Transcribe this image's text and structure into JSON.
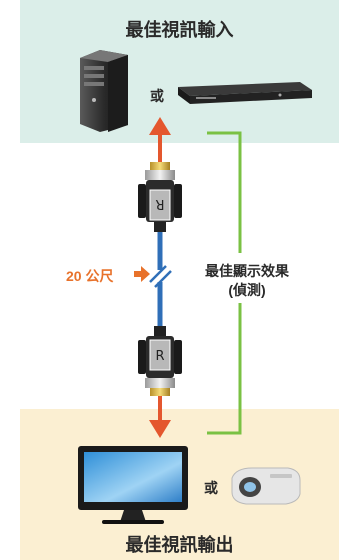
{
  "input_title": "最佳視訊輸入",
  "output_title": "最佳視訊輸出",
  "or_top": "或",
  "or_bottom": "或",
  "distance_label": "20 公尺",
  "feedback_line1": "最佳顯示效果",
  "feedback_line2": "(偵測)",
  "colors": {
    "input_panel": "#dbeee9",
    "output_panel": "#fbefd2",
    "arrow": "#e4572e",
    "cable": "#2f6fb8",
    "feedback": "#7ac143",
    "distance": "#e8722b"
  }
}
